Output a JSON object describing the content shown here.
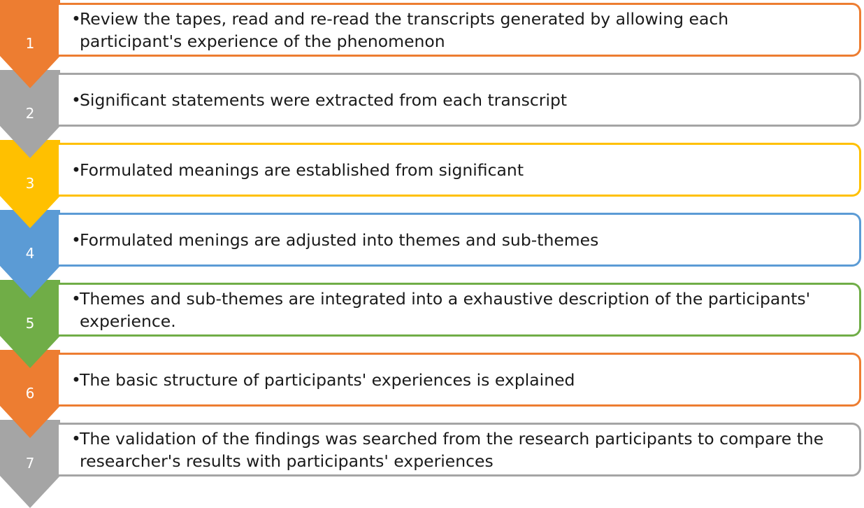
{
  "steps": [
    {
      "number": "1",
      "text": "Review the tapes, read and re-read the transcripts generated by allowing each participant's experience of the phenomenon",
      "color": "#ED7D31"
    },
    {
      "number": "2",
      "text": "Significant statements were extracted from each transcript",
      "color": "#A5A5A5"
    },
    {
      "number": "3",
      "text": "Formulated meanings are established from significant",
      "color": "#FFC000"
    },
    {
      "number": "4",
      "text": "Formulated menings are adjusted into themes and sub-themes",
      "color": "#5B9BD5"
    },
    {
      "number": "5",
      "text": "Themes and sub-themes are integrated into a exhaustive description of the participants' experience.",
      "color": "#70AD47"
    },
    {
      "number": "6",
      "text": "The basic structure of participants' experiences is explained",
      "color": "#ED7D31"
    },
    {
      "number": "7",
      "text": "The validation of the findings was searched from the research participants to compare the researcher's results with participants' experiences",
      "color": "#A5A5A5"
    }
  ]
}
